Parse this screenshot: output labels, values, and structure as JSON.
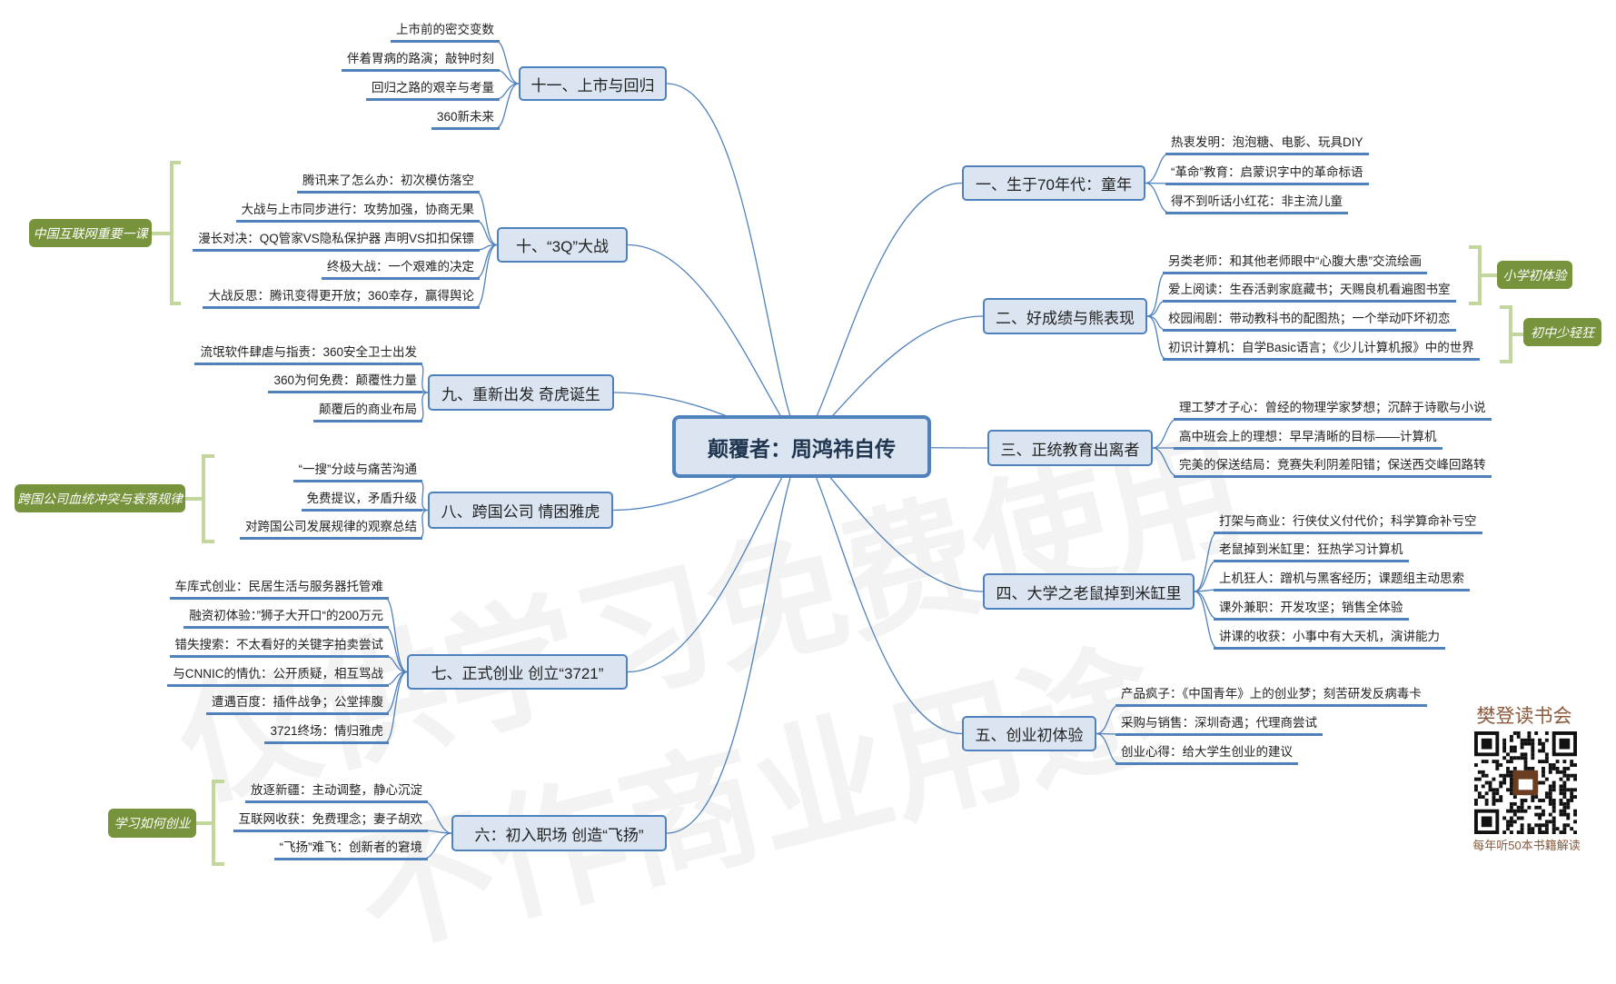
{
  "watermark": {
    "line1": "仅供学习免费使用",
    "line2": "不作商业用途"
  },
  "center": {
    "title": "颠覆者：周鸿祎自传"
  },
  "colors": {
    "node_border": "#4f81bd",
    "node_fill": "#dbe5f1",
    "tag_fill": "#77933c",
    "bracket": "#c3d69b",
    "brand": "#8b5a3c"
  },
  "branches": [
    {
      "id": "b1",
      "title": "一、生于70年代：童年",
      "leaves": [
        "热衷发明：泡泡糖、电影、玩具DIY",
        "“革命”教育：启蒙识字中的革命标语",
        "得不到听话小红花：非主流儿童"
      ]
    },
    {
      "id": "b2",
      "title": "二、好成绩与熊表现",
      "leaves": [
        "另类老师：和其他老师眼中“心腹大患”交流绘画",
        "爱上阅读：生吞活剥家庭藏书；天赐良机看遍图书室",
        "校园闹剧：带动教科书的配图热；一个举动吓坏初恋",
        "初识计算机：自学Basic语言；《少儿计算机报》中的世界"
      ],
      "tags": [
        "小学初体验",
        "初中少轻狂"
      ]
    },
    {
      "id": "b3",
      "title": "三、正统教育出离者",
      "leaves": [
        "理工梦才子心：曾经的物理学家梦想；沉醉于诗歌与小说",
        "高中班会上的理想：早早清晰的目标——计算机",
        "完美的保送结局：竞赛失利阴差阳错；保送西交峰回路转"
      ]
    },
    {
      "id": "b4",
      "title": "四、大学之老鼠掉到米缸里",
      "leaves": [
        "打架与商业：行侠仗义付代价；科学算命补亏空",
        "老鼠掉到米缸里：狂热学习计算机",
        "上机狂人：蹭机与黑客经历；课题组主动思索",
        "课外兼职：开发攻坚；销售全体验",
        "讲课的收获：小事中有大天机，演讲能力"
      ]
    },
    {
      "id": "b5",
      "title": "五、创业初体验",
      "leaves": [
        "产品疯子：《中国青年》上的创业梦；刻苦研发反病毒卡",
        "采购与销售：深圳奇遇；代理商尝试",
        "创业心得：给大学生创业的建议"
      ]
    },
    {
      "id": "b6",
      "title": "六：初入职场 创造“飞扬”",
      "leaves": [
        "放逐新疆：主动调整，静心沉淀",
        "互联网收获：免费理念；妻子胡欢",
        "“飞扬”难飞：创新者的窘境"
      ],
      "tags": [
        "学习如何创业"
      ]
    },
    {
      "id": "b7",
      "title": "七、正式创业 创立“3721”",
      "leaves": [
        "车库式创业：民居生活与服务器托管难",
        "融资初体验：”狮子大开口“的200万元",
        "错失搜索：不太看好的关键字拍卖尝试",
        "与CNNIC的情仇：公开质疑，相互骂战",
        "遭遇百度：插件战争；公堂摔腹",
        "3721终场：情归雅虎"
      ]
    },
    {
      "id": "b8",
      "title": "八、跨国公司 情困雅虎",
      "leaves": [
        "“一搜”分歧与痛苦沟通",
        "免费提议，矛盾升级",
        "对跨国公司发展规律的观察总结"
      ],
      "tags": [
        "跨国公司血统冲突与衰落规律"
      ]
    },
    {
      "id": "b9",
      "title": "九、重新出发 奇虎诞生",
      "leaves": [
        "流氓软件肆虐与指责：360安全卫士出发",
        "360为何免费：颠覆性力量",
        "颠覆后的商业布局"
      ]
    },
    {
      "id": "b10",
      "title": "十、“3Q”大战",
      "leaves": [
        "腾讯来了怎么办：初次模仿落空",
        "大战与上市同步进行：攻势加强，协商无果",
        "漫长对决：QQ管家VS隐私保护器 声明VS扣扣保镖",
        "终极大战：一个艰难的决定",
        "大战反思：腾讯变得更开放；360幸存，赢得舆论"
      ],
      "tags": [
        "中国互联网重要一课"
      ]
    },
    {
      "id": "b11",
      "title": "十一、上市与回归",
      "leaves": [
        "上市前的密交变数",
        "伴着胃病的路演；敲钟时刻",
        "回归之路的艰辛与考量",
        "360新未来"
      ]
    }
  ],
  "brand": {
    "name": "樊登读书会",
    "caption": "每年听50本书籍解读",
    "qr_icon": "qr-code-icon"
  }
}
